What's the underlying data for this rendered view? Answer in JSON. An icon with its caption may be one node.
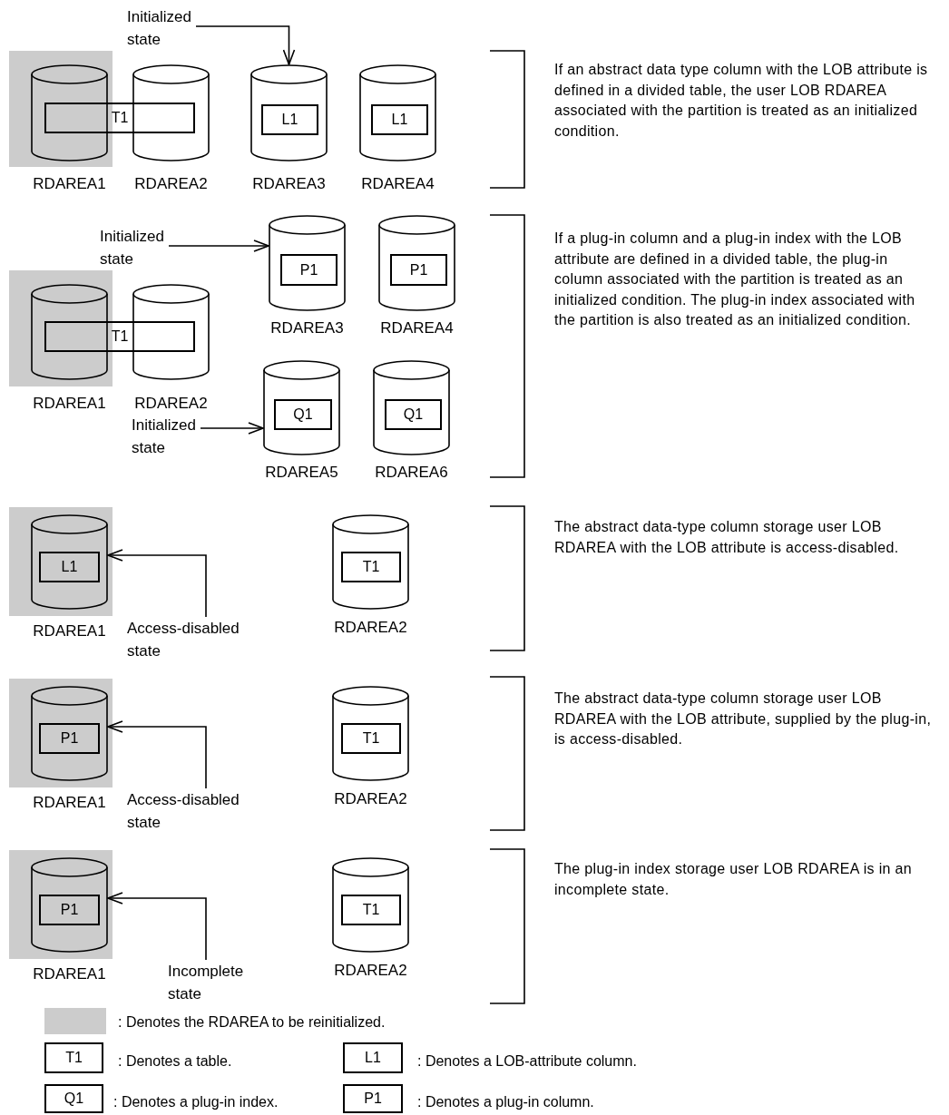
{
  "diagram": {
    "nodes": [
      {
        "text": [
          "Initialized state"
        ]
      },
      {
        "text": [],
        "shape": "box"
      },
      {
        "text": [],
        "shape": "cylinder",
        "in": 1,
        "beside": [
          "RDAREA1"
        ]
      },
      {
        "text": [],
        "shape": "cylinder",
        "beside": [
          "RDAREA2"
        ]
      },
      {
        "text": [
          "T1"
        ]
      },
      {
        "text": [],
        "shape": "cylinder",
        "beside": [
          "RDAREA3"
        ]
      },
      {
        "text": [
          "L1"
        ],
        "in": 5
      },
      {
        "text": [],
        "shape": "cylinder",
        "beside": [
          "RDAREA4"
        ]
      },
      {
        "text": [
          "L1"
        ],
        "in": 7
      },
      {
        "text": [
          "Initialized state"
        ]
      },
      {
        "text": [],
        "shape": "cylinder",
        "beside": [
          "RDAREA3"
        ]
      },
      {
        "text": [
          "P1"
        ],
        "in": 10
      },
      {
        "text": [],
        "shape": "cylinder",
        "beside": [
          "RDAREA4"
        ]
      },
      {
        "text": [
          "P1"
        ],
        "in": 12
      },
      {
        "text": [],
        "shape": "box"
      },
      {
        "text": [],
        "shape": "cylinder",
        "in": 14,
        "beside": [
          "RDAREA1"
        ]
      },
      {
        "text": [],
        "shape": "cylinder",
        "beside": [
          "RDAREA2"
        ]
      },
      {
        "text": [
          "T1"
        ]
      },
      {
        "text": [
          "Initialized state"
        ]
      },
      {
        "text": [],
        "shape": "cylinder",
        "beside": [
          "RDAREA5"
        ]
      },
      {
        "text": [
          "Q1"
        ],
        "in": 19
      },
      {
        "text": [],
        "shape": "cylinder",
        "beside": [
          "RDAREA6"
        ]
      },
      {
        "text": [
          "Q1"
        ],
        "in": 21
      },
      {
        "text": [],
        "shape": "box"
      },
      {
        "text": [],
        "shape": "cylinder",
        "in": 23,
        "beside": [
          "RDAREA1"
        ]
      },
      {
        "text": [
          "L1"
        ],
        "in": 24
      },
      {
        "text": [
          "Access-disabled state"
        ]
      },
      {
        "text": [],
        "shape": "cylinder",
        "beside": [
          "RDAREA2"
        ]
      },
      {
        "text": [
          "T1"
        ],
        "in": 27
      },
      {
        "text": [],
        "shape": "box"
      },
      {
        "text": [],
        "shape": "cylinder",
        "in": 29,
        "beside": [
          "RDAREA1"
        ]
      },
      {
        "text": [
          "P1"
        ],
        "in": 30
      },
      {
        "text": [
          "Access-disabled state"
        ]
      },
      {
        "text": [],
        "shape": "cylinder",
        "beside": [
          "RDAREA2"
        ]
      },
      {
        "text": [
          "T1"
        ],
        "in": 33
      },
      {
        "text": [],
        "shape": "box"
      },
      {
        "text": [],
        "shape": "cylinder",
        "in": 35,
        "beside": [
          "RDAREA1"
        ]
      },
      {
        "text": [
          "P1"
        ],
        "in": 36
      },
      {
        "text": [
          "Incomplete state"
        ]
      },
      {
        "text": [],
        "shape": "cylinder",
        "beside": [
          "RDAREA2"
        ]
      },
      {
        "text": [
          "T1"
        ],
        "in": 39
      },
      {
        "text": [
          "T1"
        ],
        "beside": [
          ": Denotes a table."
        ]
      },
      {
        "text": [
          "L1"
        ],
        "beside": [
          ": Denotes a LOB-attribute column."
        ]
      },
      {
        "text": [
          "Q1"
        ],
        "beside": [
          ": Denotes a plug-in index."
        ]
      },
      {
        "text": [
          "P1"
        ],
        "beside": [
          ": Denotes a plug-in column."
        ]
      }
    ],
    "edges": [
      {
        "from": 0,
        "to": 5,
        "arrow": "to"
      },
      {
        "from": 9,
        "to": 10,
        "arrow": "to"
      },
      {
        "from": 18,
        "to": 19,
        "arrow": "to"
      },
      {
        "from": 26,
        "to": 24,
        "arrow": "to"
      },
      {
        "from": 32,
        "to": 30,
        "arrow": "to"
      },
      {
        "from": 38,
        "to": 36,
        "arrow": "to"
      }
    ],
    "labels": [
      "If an abstract data type column with the LOB attribute is defined in a divided table, the user LOB RDAREA associated with the partition is treated as an initialized condition.",
      "If a plug-in column and a plug-in index with the LOB attribute are defined in a divided table, the plug-in column associated with the partition is treated as an initialized condition. The plug-in index associated with the partition is also treated as an initialized condition.",
      "The abstract data-type column storage user LOB RDAREA with the LOB attribute is access-disabled.",
      "The abstract data-type column storage user LOB RDAREA with the LOB attribute, supplied by the plug-in, is access-disabled.",
      "The plug-in index storage user LOB RDAREA is in an incomplete state."
    ],
    "legend": [
      {
        "text": ": Denotes the RDAREA to be reinitialized.",
        "color": "#cccccc"
      }
    ]
  }
}
